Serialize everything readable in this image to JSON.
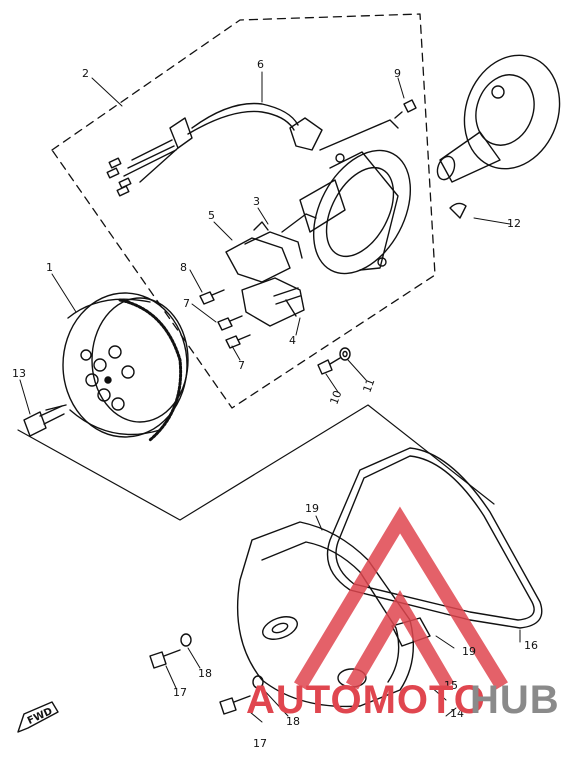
{
  "callouts": {
    "n1": "1",
    "n2": "2",
    "n3": "3",
    "n4": "4",
    "n5": "5",
    "n6": "6",
    "n7a": "7",
    "n7b": "7",
    "n8": "8",
    "n9": "9",
    "n10": "10",
    "n11": "11",
    "n12": "12",
    "n13": "13",
    "n14": "14",
    "n15": "15",
    "n16": "16",
    "n17a": "17",
    "n17b": "17",
    "n18a": "18",
    "n18b": "18",
    "n19a": "19",
    "n19b": "19"
  },
  "fwd_label": "FWD",
  "watermark": {
    "part1": "AUTOMOTO",
    "part2": "HUB"
  },
  "colors": {
    "line": "#111111",
    "watermark_red": "#e0464f",
    "watermark_grey": "#8a8a8a"
  }
}
